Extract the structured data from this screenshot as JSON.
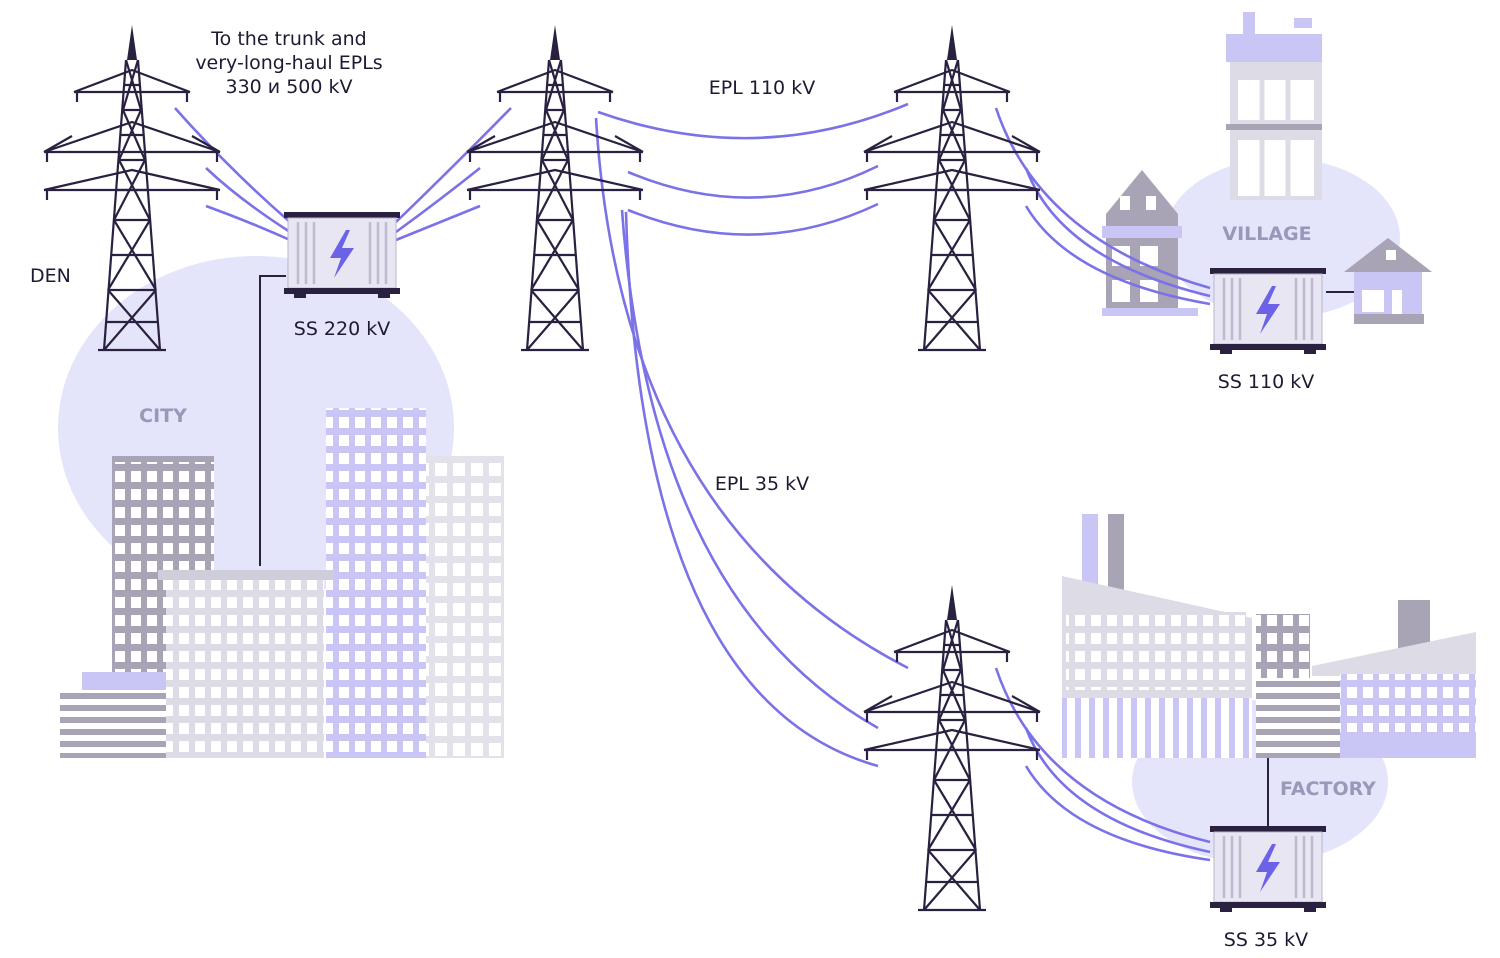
{
  "labels": {
    "trunk_line1": "To the trunk and",
    "trunk_line2": "very-long-haul EPLs",
    "trunk_line3": "330 и 500 kV",
    "den": "DEN",
    "city": "CITY",
    "village": "VILLAGE",
    "factory": "FACTORY",
    "ss220": "SS 220 kV",
    "ss110": "SS 110 kV",
    "ss35": "SS 35 kV",
    "epl110": "EPL  110 kV",
    "epl35": "EPL  35 kV"
  },
  "colors": {
    "wire": "#7a72e6",
    "tower": "#2a2040",
    "area_blob": "#e4e4fb",
    "building_gray": "#a8a3b5",
    "building_light": "#dcdbe6",
    "building_violet": "#c9c6f5",
    "substation_fill": "#e7e6f2",
    "bolt": "#6c62e8"
  },
  "icons": [
    "bolt-icon",
    "transmission-tower-icon",
    "house-icon",
    "factory-icon"
  ]
}
